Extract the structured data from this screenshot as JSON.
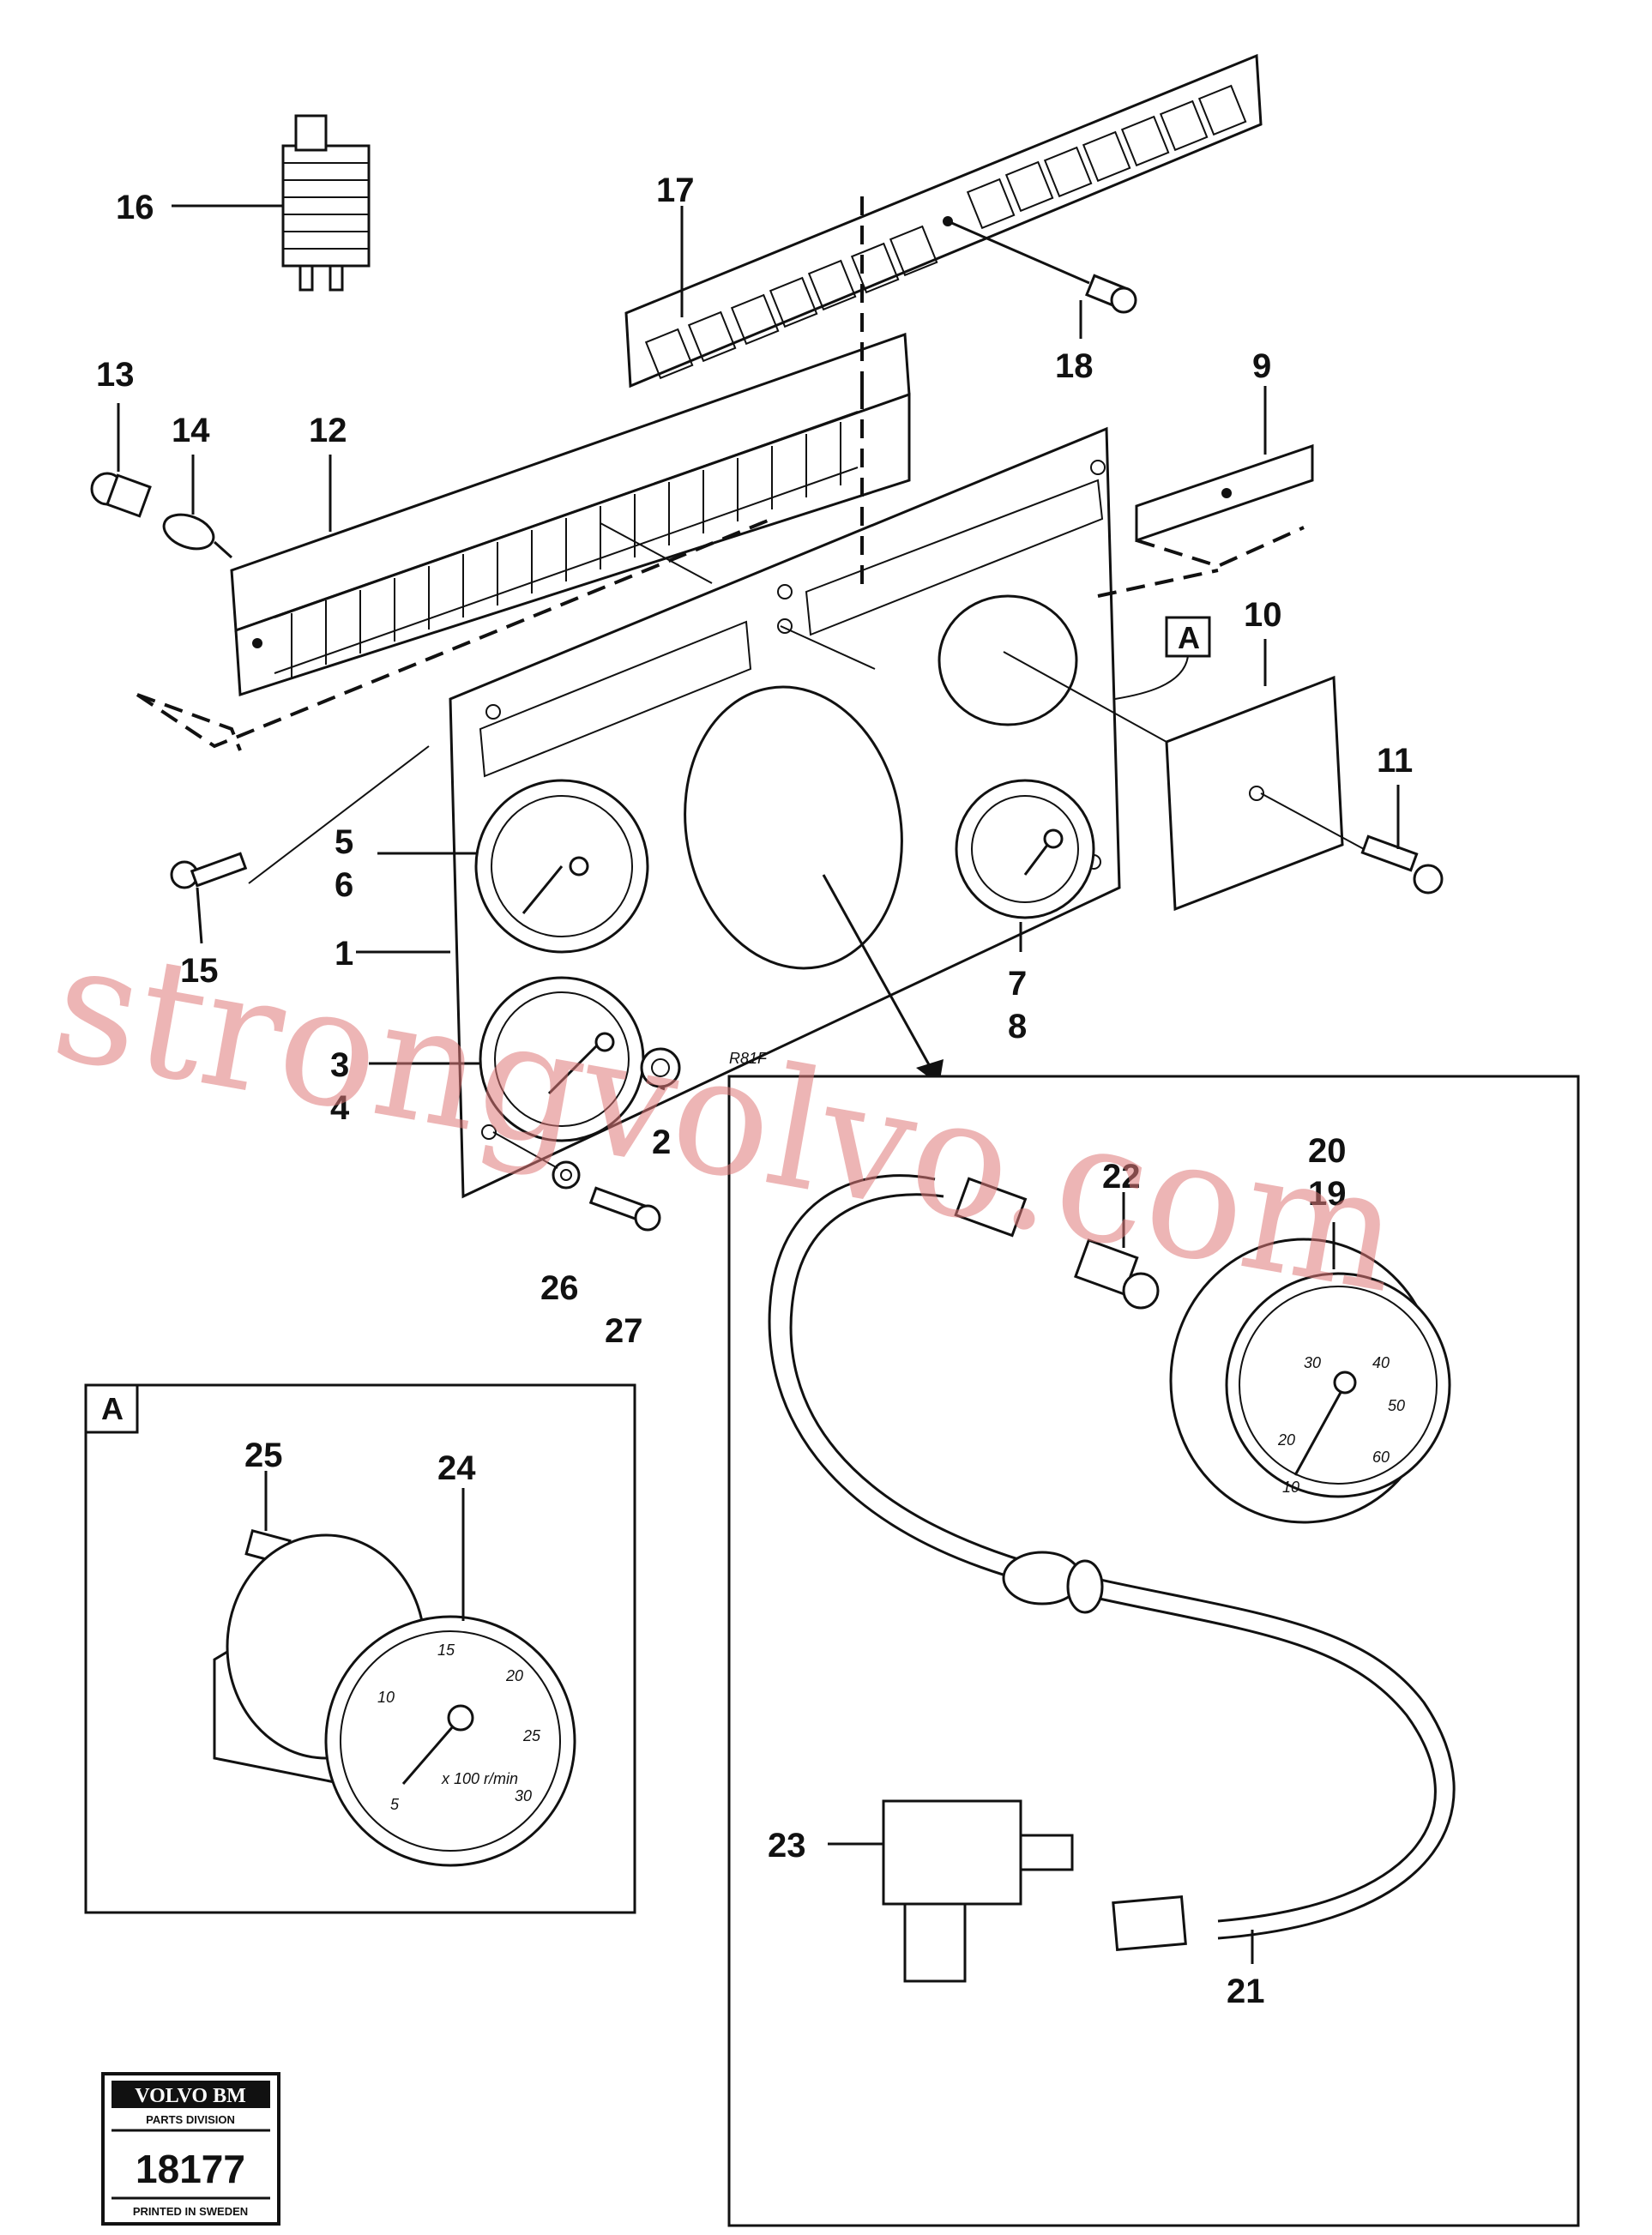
{
  "callouts": [
    "1",
    "2",
    "3",
    "4",
    "5",
    "6",
    "7",
    "8",
    "9",
    "10",
    "11",
    "12",
    "13",
    "14",
    "15",
    "16",
    "17",
    "18",
    "19",
    "20",
    "21",
    "22",
    "23",
    "24",
    "25",
    "26",
    "27"
  ],
  "inset_marker": "A",
  "speedometer_scale": [
    "10",
    "20",
    "30",
    "40",
    "50",
    "60"
  ],
  "tachometer_scale": [
    "5",
    "10",
    "15",
    "20",
    "25",
    "30"
  ],
  "tachometer_unit": "x 100 r/min",
  "panel_mark": "R81F",
  "watermark": "strongvolvo.com",
  "badge": {
    "brand": "VOLVO BM",
    "division": "PARTS DIVISION",
    "number": "18177",
    "footer": "PRINTED IN SWEDEN"
  }
}
